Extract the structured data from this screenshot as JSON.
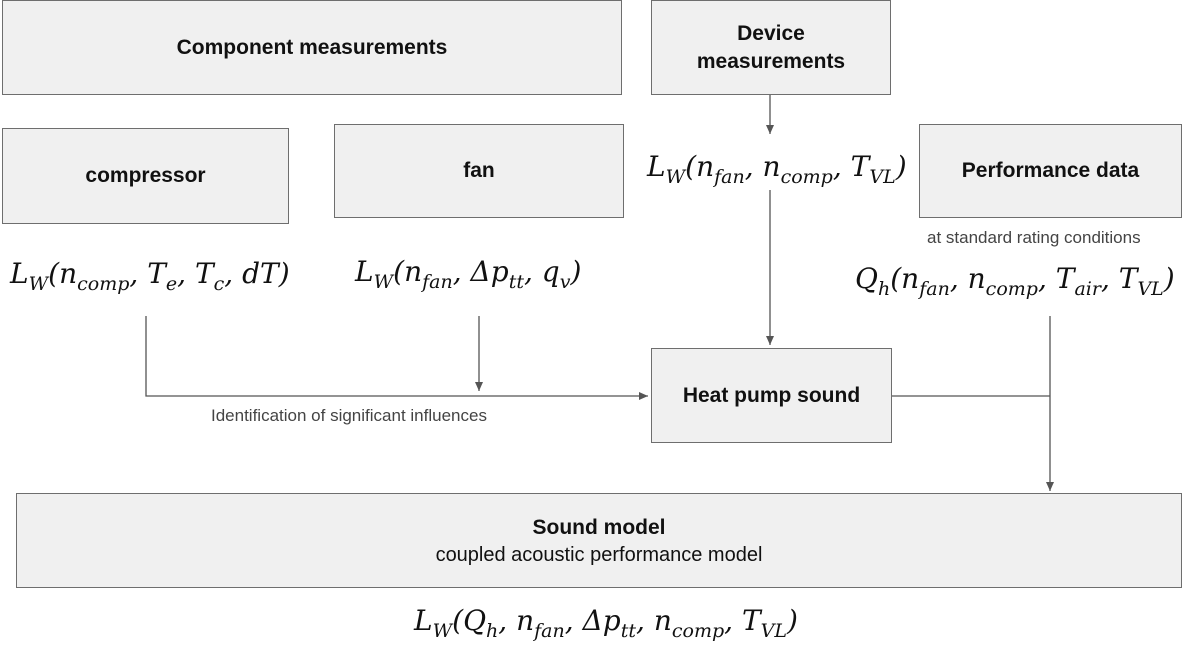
{
  "boxes": {
    "component_measurements": "Component measurements",
    "device_measurements_line1": "Device",
    "device_measurements_line2": "measurements",
    "compressor": "compressor",
    "fan": "fan",
    "performance_data": "Performance data",
    "heat_pump_sound": "Heat pump sound",
    "sound_model_title": "Sound model",
    "sound_model_subtitle": "coupled acoustic performance model"
  },
  "notes": {
    "standard_rating": "at standard rating conditions",
    "identification": "Identification of significant influences"
  },
  "formulas": {
    "compressor": {
      "func": "L",
      "func_sub": "W",
      "args": [
        [
          "n",
          "comp"
        ],
        [
          "T",
          "e"
        ],
        [
          "T",
          "c"
        ],
        [
          "dT",
          ""
        ]
      ]
    },
    "fan": {
      "func": "L",
      "func_sub": "W",
      "args": [
        [
          "n",
          "fan"
        ],
        [
          "Δp",
          "tt"
        ],
        [
          "q",
          "v"
        ]
      ]
    },
    "device": {
      "func": "L",
      "func_sub": "W",
      "args": [
        [
          "n",
          "fan"
        ],
        [
          "n",
          "comp"
        ],
        [
          "T",
          "VL"
        ]
      ]
    },
    "performance": {
      "func": "Q",
      "func_sub": "h",
      "args": [
        [
          "n",
          "fan"
        ],
        [
          "n",
          "comp"
        ],
        [
          "T",
          "air"
        ],
        [
          "T",
          "VL"
        ]
      ]
    },
    "sound_model": {
      "func": "L",
      "func_sub": "W",
      "args": [
        [
          "Q",
          "h"
        ],
        [
          "n",
          "fan"
        ],
        [
          "Δp",
          "tt"
        ],
        [
          "n",
          "comp"
        ],
        [
          "T",
          "VL"
        ]
      ]
    }
  },
  "colors": {
    "box_fill": "#f0f0f0",
    "box_border": "#6e6e6e",
    "line": "#555555"
  }
}
